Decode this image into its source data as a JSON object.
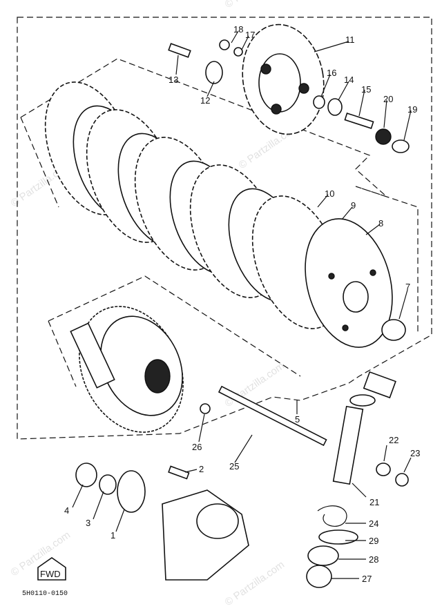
{
  "diagram": {
    "code": "5H0110-0150",
    "fwd": "FWD",
    "watermark": "© Partzilla.com",
    "colors": {
      "ink": "#111111",
      "paper": "#ffffff",
      "watermark": "#c9c9c9"
    },
    "callouts": [
      "1",
      "2",
      "3",
      "4",
      "5",
      "7",
      "8",
      "9",
      "10",
      "11",
      "12",
      "13",
      "14",
      "15",
      "16",
      "17",
      "18",
      "19",
      "20",
      "21",
      "22",
      "23",
      "24",
      "25",
      "26",
      "27",
      "28",
      "29"
    ]
  }
}
